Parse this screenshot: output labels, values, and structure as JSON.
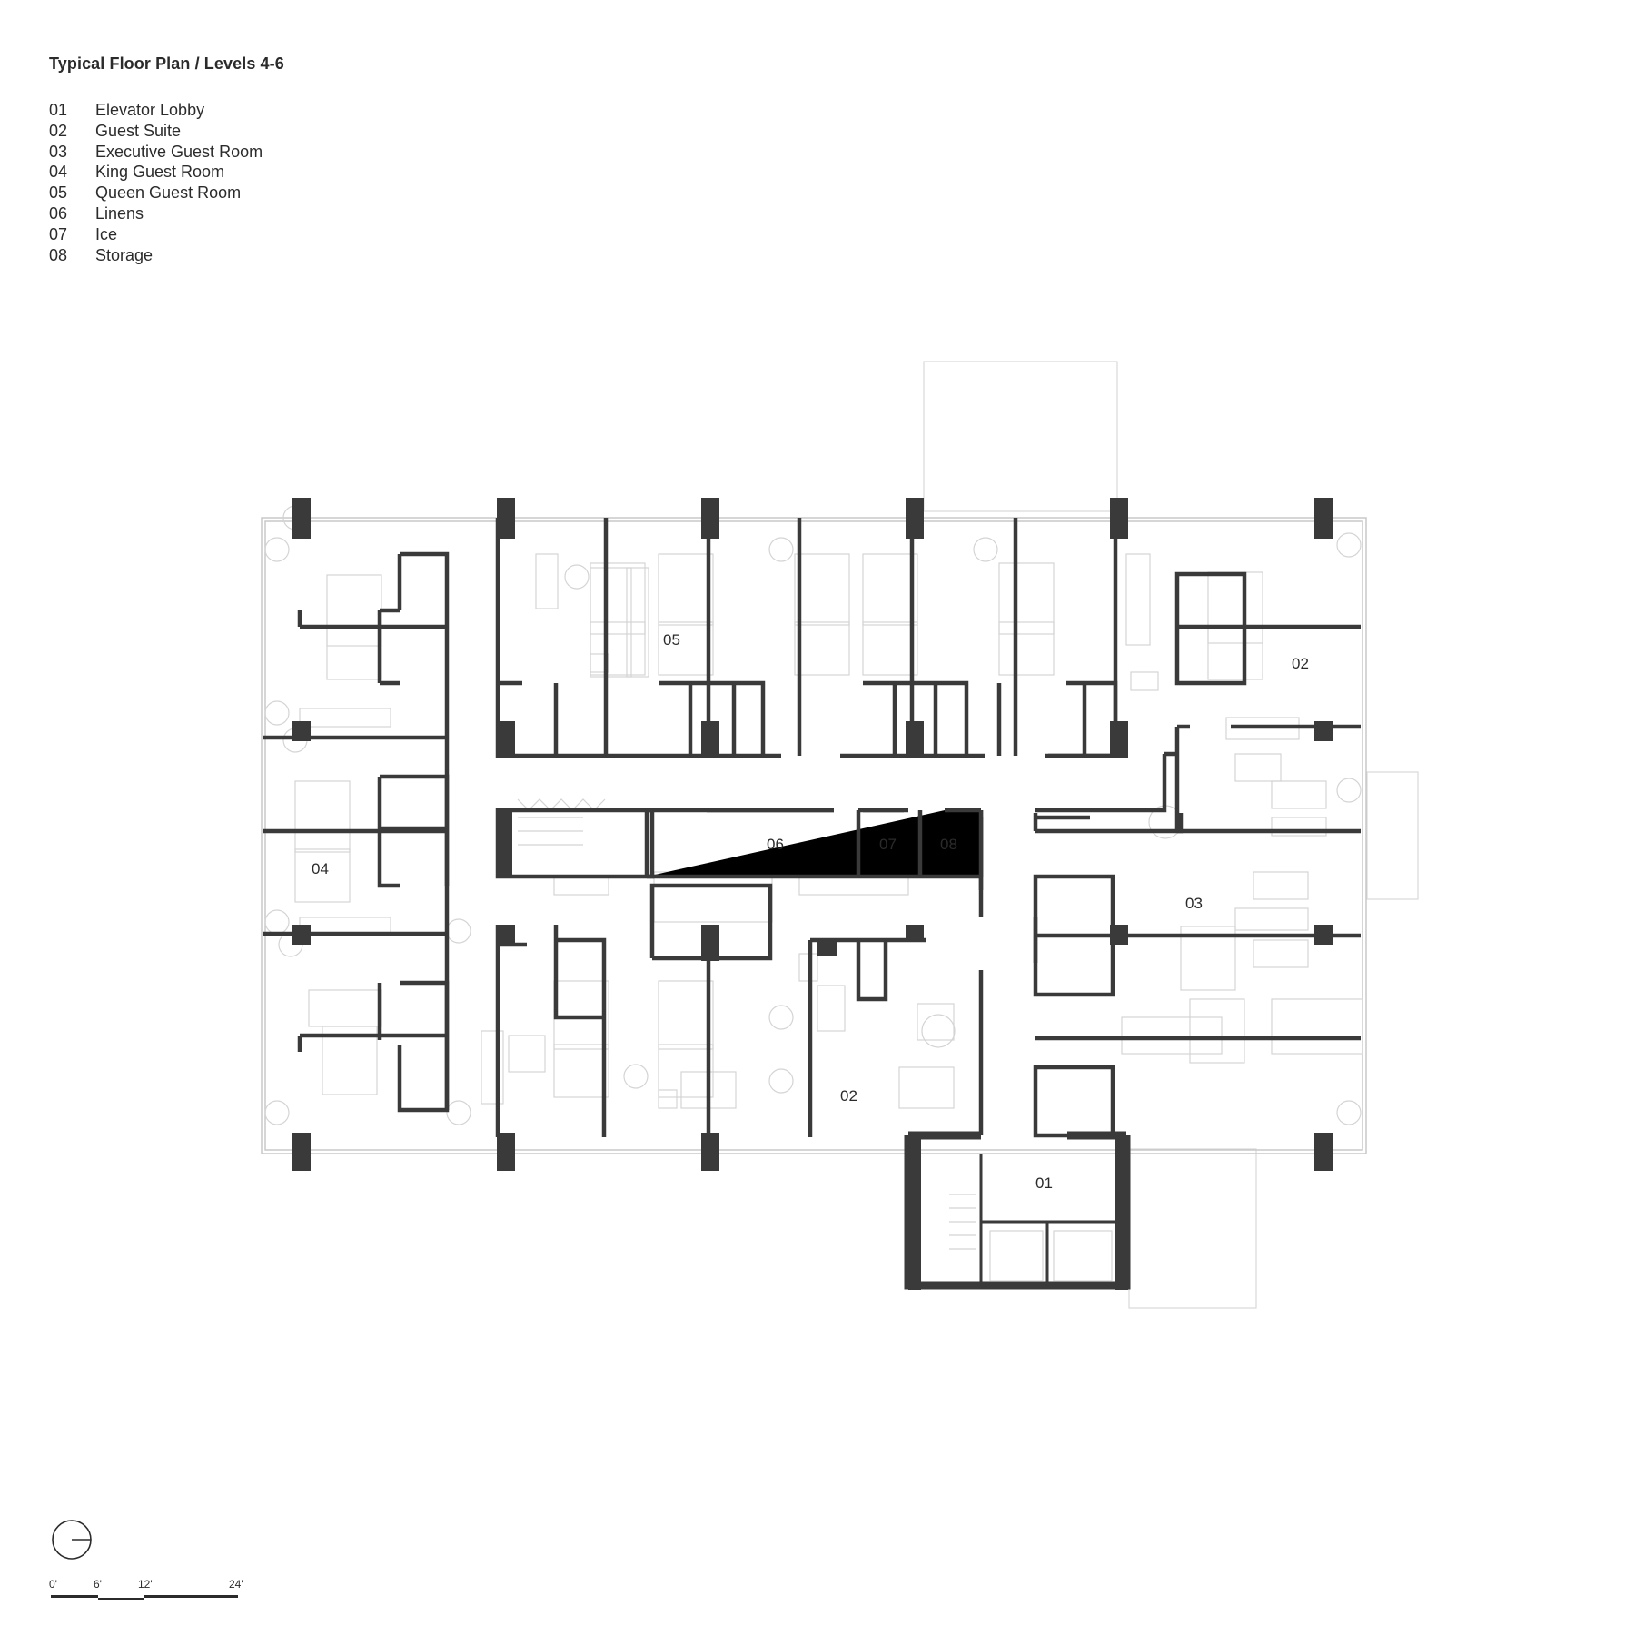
{
  "title": "Typical Floor Plan  /  Levels 4-6",
  "legend": [
    {
      "num": "01",
      "label": "Elevator Lobby"
    },
    {
      "num": "02",
      "label": "Guest Suite"
    },
    {
      "num": "03",
      "label": "Executive Guest Room"
    },
    {
      "num": "04",
      "label": "King Guest Room"
    },
    {
      "num": "05",
      "label": "Queen Guest Room"
    },
    {
      "num": "06",
      "label": "Linens"
    },
    {
      "num": "07",
      "label": "Ice"
    },
    {
      "num": "08",
      "label": "Storage"
    }
  ],
  "room_labels": {
    "r01": "01",
    "r02a": "02",
    "r02b": "02",
    "r03": "03",
    "r04": "04",
    "r05": "05",
    "r06": "06",
    "r07": "07",
    "r08": "08"
  },
  "scale_bar": {
    "t0": "0'",
    "t6": "6'",
    "t12": "12'",
    "t24": "24'"
  },
  "colors": {
    "wall": "#3a3a3a",
    "furniture": "#d4d4d4",
    "text": "#2b2b2b"
  }
}
